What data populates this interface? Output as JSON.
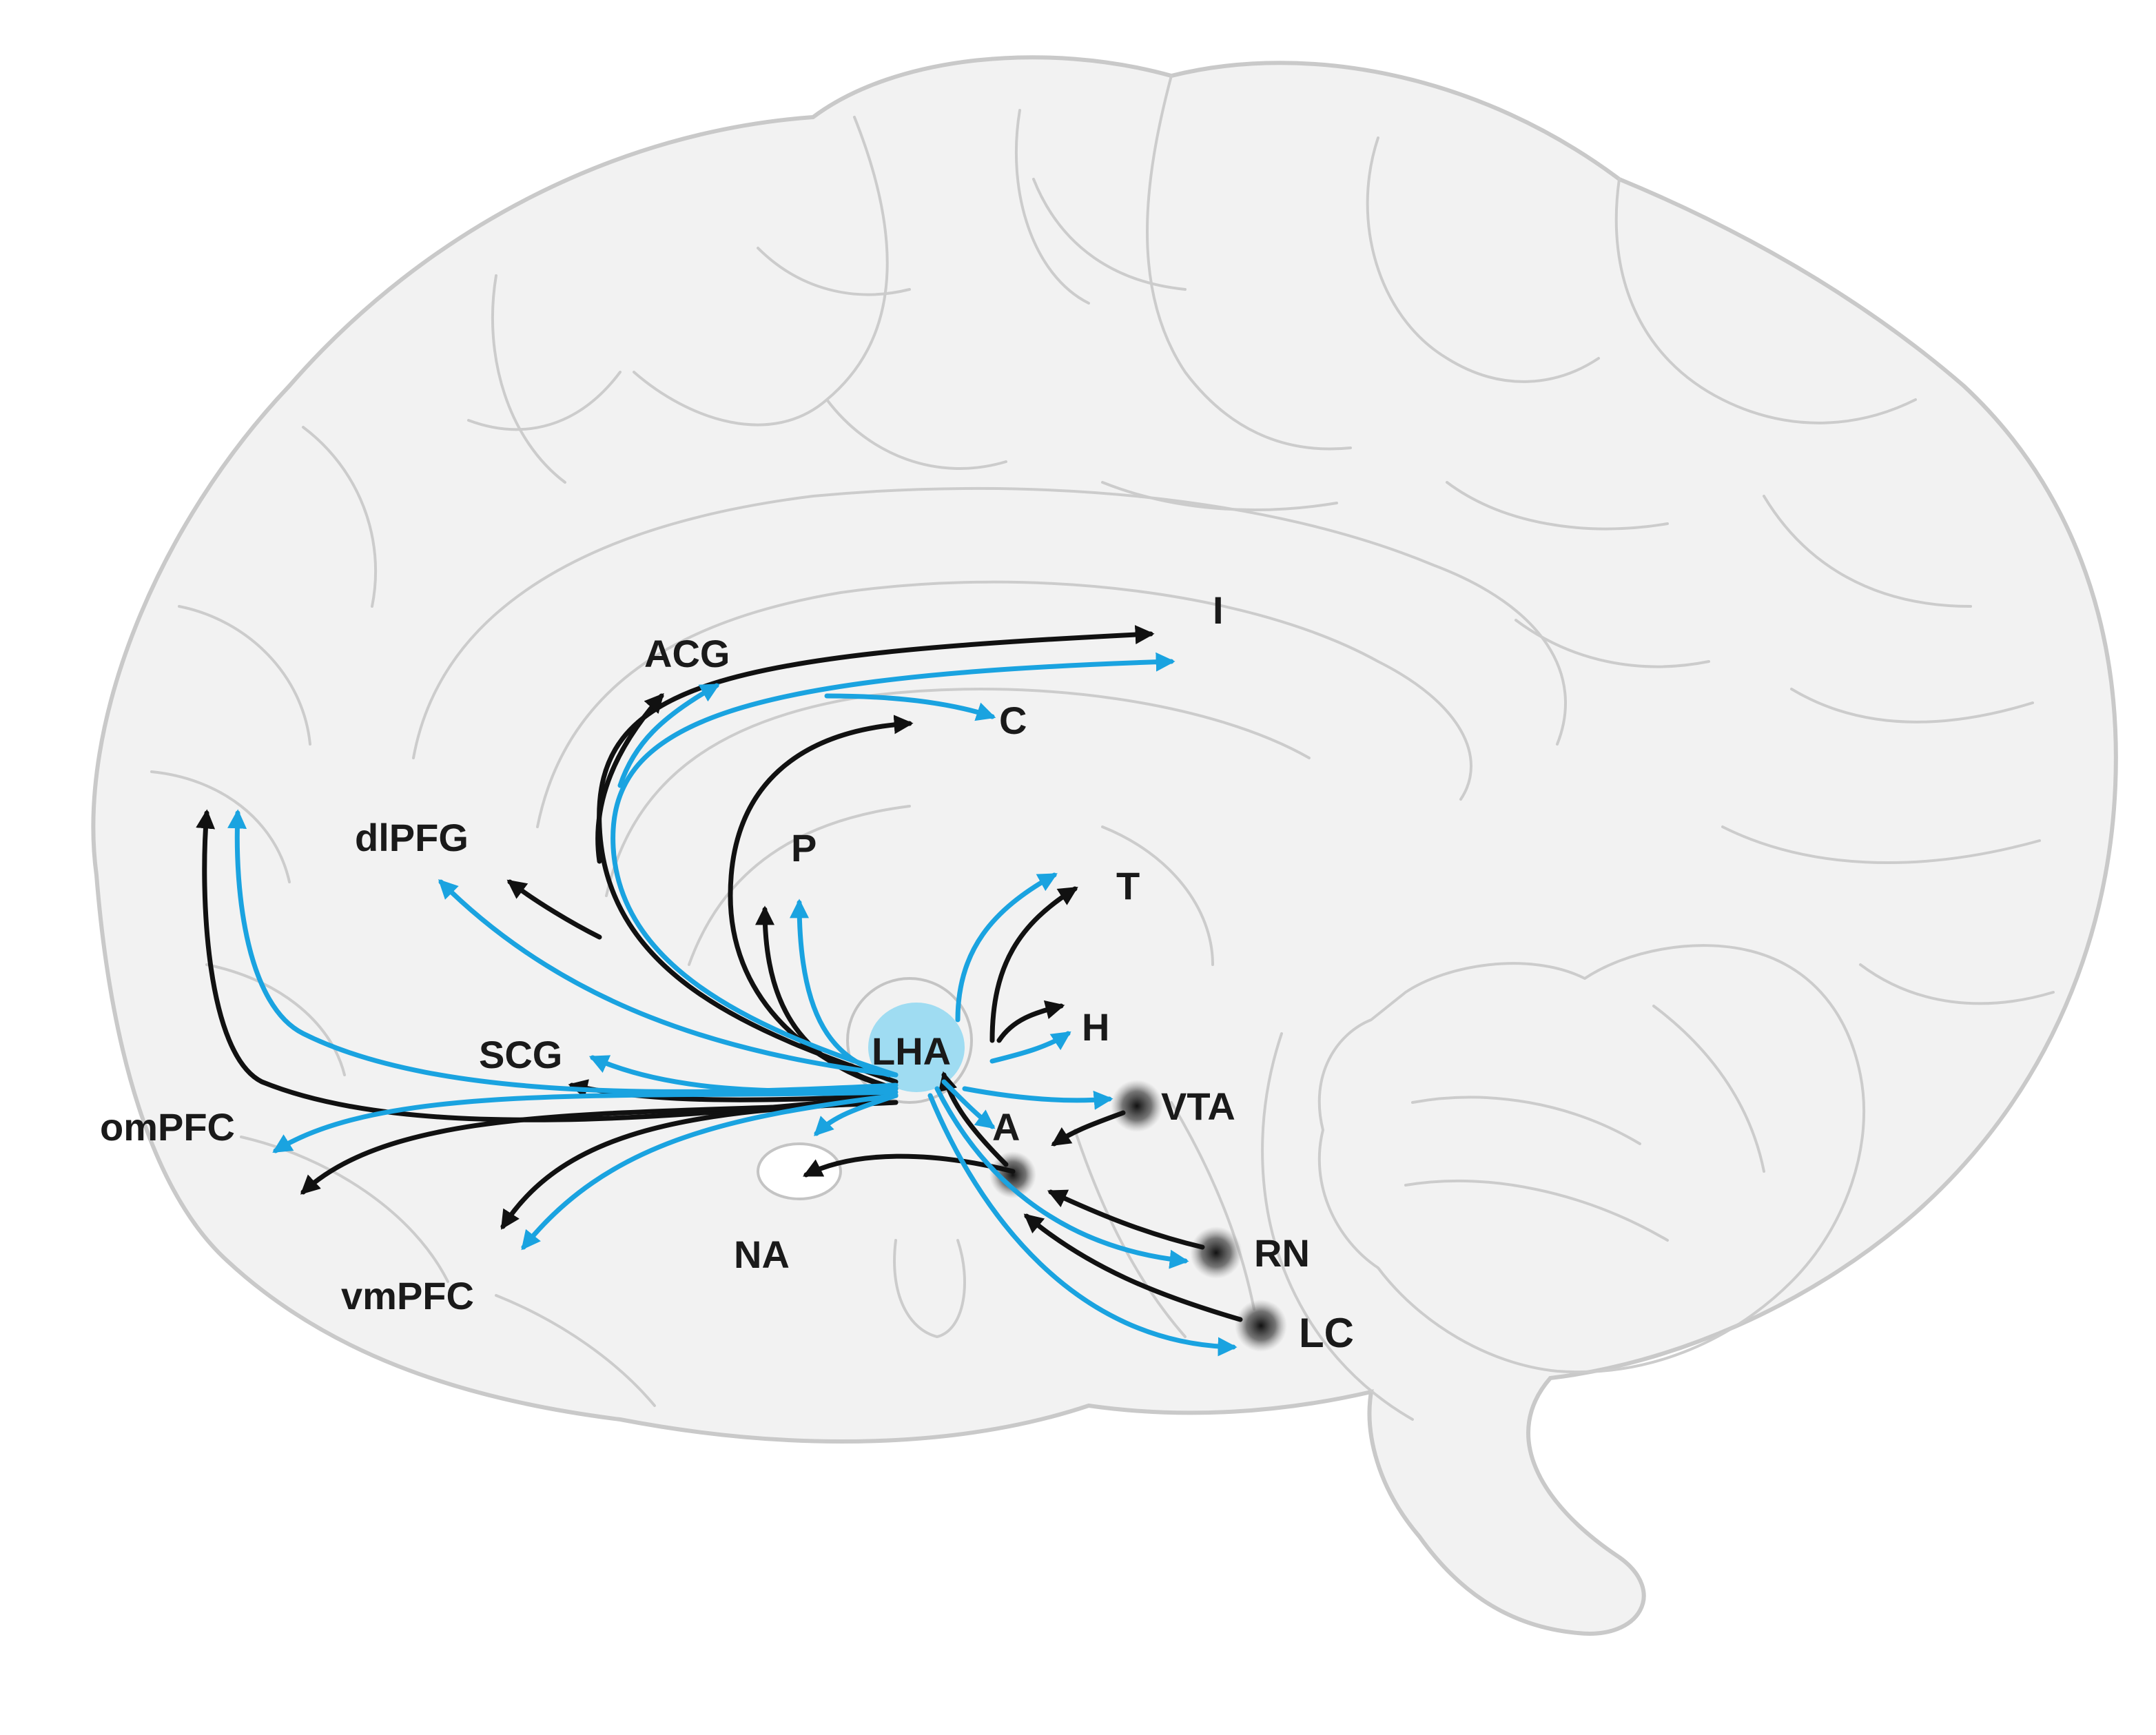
{
  "colors": {
    "projection_black": "#111111",
    "projection_blue": "#1aa3e0",
    "lha_fill": "#9fdcf2",
    "nucleus_dark": "#222222"
  },
  "labels": {
    "I": "I",
    "ACG": "ACG",
    "C": "C",
    "dlPFG": "dlPFG",
    "P": "P",
    "T": "T",
    "H": "H",
    "LHA": "LHA",
    "SCG": "SCG",
    "VTA": "VTA",
    "omPFC": "omPFC",
    "A": "A",
    "NA": "NA",
    "RN": "RN",
    "LC": "LC",
    "vmPFC": "vmPFC"
  }
}
